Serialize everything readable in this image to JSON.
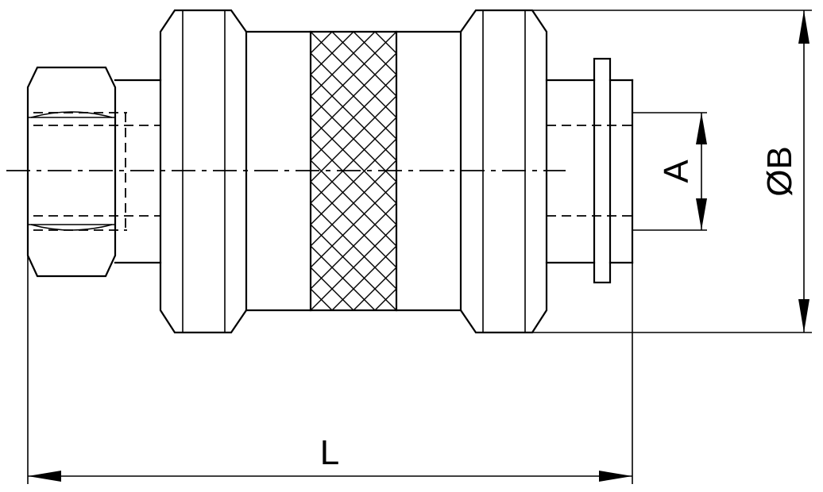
{
  "dimensions": {
    "A": "A",
    "B": "ØB",
    "L": "L"
  }
}
